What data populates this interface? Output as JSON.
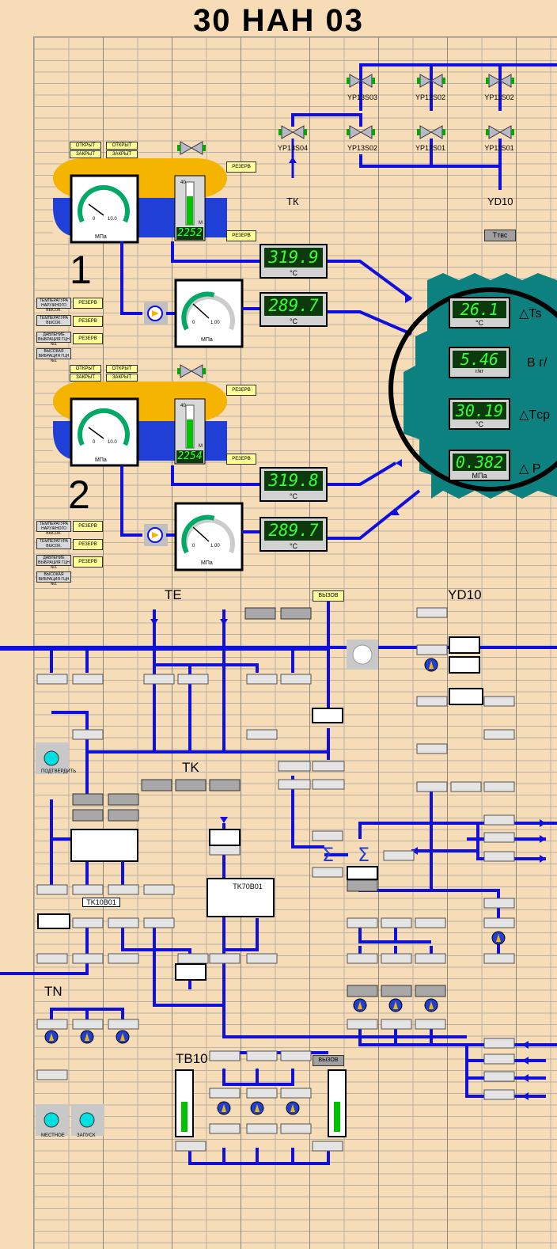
{
  "title": "30 НАН 03",
  "valves": [
    {
      "id": "YP13S03",
      "label": "YP13S03"
    },
    {
      "id": "YP12S02",
      "label": "YP12S02"
    },
    {
      "id": "YP11S02",
      "label": "YP11S02"
    },
    {
      "id": "YP13S04",
      "label": "YP13S04"
    },
    {
      "id": "YP13S02",
      "label": "YP13S02"
    },
    {
      "id": "YP12S01",
      "label": "YP12S01"
    },
    {
      "id": "YP11S01",
      "label": "YP11S01"
    }
  ],
  "labels": {
    "tk_top": "ТК",
    "yd10_top": "YD10",
    "ttvs": "Tтвс",
    "pump1": "1",
    "pump2": "2",
    "te": "TE",
    "yd10": "YD10",
    "tk": "TK",
    "tn": "TN",
    "tb10": "TB10",
    "tk10b01": "TK10B01",
    "tk70b01": "TK70B01",
    "vyzov1": "ВЫЗОВ",
    "vyzov2": "ВЫЗОВ"
  },
  "reserve_label": "РЕЗЕРВ",
  "open_label": "ОТКРЫТ",
  "closed_label": "ЗАКРЫТ",
  "tanks": [
    {
      "level": "2252",
      "gauge_min": "0",
      "gauge_max": "10.0",
      "gauge_unit": "МПа",
      "level_scale_top": "40",
      "level_unit": "М"
    },
    {
      "level": "2254",
      "gauge_min": "0",
      "gauge_max": "10.0",
      "gauge_unit": "МПа",
      "level_scale_top": "40",
      "level_unit": "М"
    }
  ],
  "gauges": [
    {
      "min": "0",
      "max": "1.00",
      "unit": "МПа",
      "fill": 0.55
    },
    {
      "min": "0",
      "max": "1.00",
      "unit": "МПа",
      "fill": 0.55
    }
  ],
  "temps": [
    {
      "value": "319.9",
      "unit": "°C"
    },
    {
      "value": "289.7",
      "unit": "°C"
    },
    {
      "value": "319.8",
      "unit": "°C"
    },
    {
      "value": "289.7",
      "unit": "°C"
    }
  ],
  "panel": [
    {
      "value": "26.1",
      "unit": "°C",
      "name": "Ts",
      "prefix": "△"
    },
    {
      "value": "5.46",
      "unit": "г/кг",
      "name": "B г/",
      "prefix": ""
    },
    {
      "value": "30.19",
      "unit": "°C",
      "name": "Tср",
      "prefix": "△"
    },
    {
      "value": "0.382",
      "unit": "МПа",
      "name": "P",
      "prefix": "△"
    }
  ],
  "alarm_tags": [
    "ТЕМПЕРАТУРА НАРУЖНОГО ВЫСОК.",
    "ТЕМПЕРАТУРА ВЫСОК.",
    "ДАВЛЕНИЕ ВЫБРАЦИЯ ГЦН №1",
    "ВЫСОКАЯ ВИБРАЦИЯ ГЦН №1"
  ],
  "podtverdit": "ПОДТВЕРДИТЬ",
  "mestnoe": "МЕСТНОЕ",
  "vykl": "ЗАПУСК",
  "colors": {
    "bg": "#f7dcb8",
    "pipe": "#1010dd",
    "tank_top": "#f4b400",
    "tank_bottom": "#1f3fd6",
    "panel": "#0d8080",
    "digit": "#36ff36"
  }
}
